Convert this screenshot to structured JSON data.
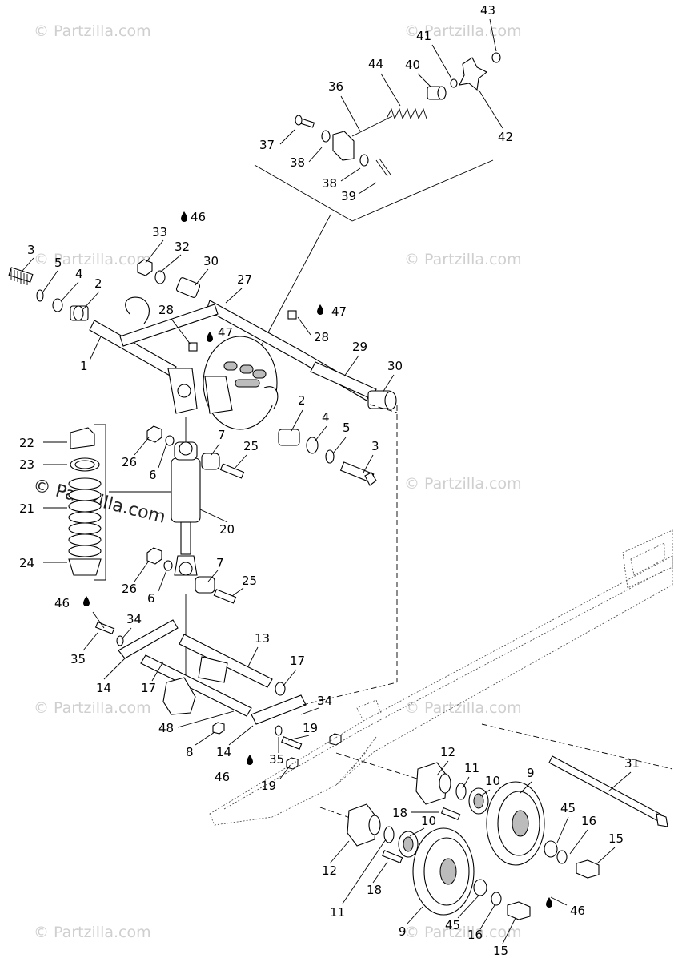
{
  "watermark": {
    "text": "© Partzilla.com",
    "center_text": "© Partzilla.com"
  },
  "callouts": [
    {
      "id": "c43",
      "text": "43"
    },
    {
      "id": "c41",
      "text": "41"
    },
    {
      "id": "c44",
      "text": "44"
    },
    {
      "id": "c40",
      "text": "40"
    },
    {
      "id": "c36",
      "text": "36"
    },
    {
      "id": "c37",
      "text": "37"
    },
    {
      "id": "c42",
      "text": "42"
    },
    {
      "id": "c38a",
      "text": "38"
    },
    {
      "id": "c38b",
      "text": "38"
    },
    {
      "id": "c39",
      "text": "39"
    },
    {
      "id": "c46a",
      "text": "46"
    },
    {
      "id": "c33",
      "text": "33"
    },
    {
      "id": "c32",
      "text": "32"
    },
    {
      "id": "c3a",
      "text": "3"
    },
    {
      "id": "c5a",
      "text": "5"
    },
    {
      "id": "c30a",
      "text": "30"
    },
    {
      "id": "c4a",
      "text": "4"
    },
    {
      "id": "c27",
      "text": "27"
    },
    {
      "id": "c2a",
      "text": "2"
    },
    {
      "id": "c28a",
      "text": "28"
    },
    {
      "id": "c47a",
      "text": "47"
    },
    {
      "id": "c47b",
      "text": "47"
    },
    {
      "id": "c28b",
      "text": "28"
    },
    {
      "id": "c1",
      "text": "1"
    },
    {
      "id": "c29",
      "text": "29"
    },
    {
      "id": "c30b",
      "text": "30"
    },
    {
      "id": "c2b",
      "text": "2"
    },
    {
      "id": "c4b",
      "text": "4"
    },
    {
      "id": "c5b",
      "text": "5"
    },
    {
      "id": "c22",
      "text": "22"
    },
    {
      "id": "c7a",
      "text": "7"
    },
    {
      "id": "c26a",
      "text": "26"
    },
    {
      "id": "c25a",
      "text": "25"
    },
    {
      "id": "c3b",
      "text": "3"
    },
    {
      "id": "c23",
      "text": "23"
    },
    {
      "id": "c6a",
      "text": "6"
    },
    {
      "id": "c21",
      "text": "21"
    },
    {
      "id": "c20",
      "text": "20"
    },
    {
      "id": "c24",
      "text": "24"
    },
    {
      "id": "c7b",
      "text": "7"
    },
    {
      "id": "c26b",
      "text": "26"
    },
    {
      "id": "c25b",
      "text": "25"
    },
    {
      "id": "c6b",
      "text": "6"
    },
    {
      "id": "c46b",
      "text": "46"
    },
    {
      "id": "c34a",
      "text": "34"
    },
    {
      "id": "c13",
      "text": "13"
    },
    {
      "id": "c35a",
      "text": "35"
    },
    {
      "id": "c17a",
      "text": "17"
    },
    {
      "id": "c14a",
      "text": "14"
    },
    {
      "id": "c17b",
      "text": "17"
    },
    {
      "id": "c34b",
      "text": "34"
    },
    {
      "id": "c48",
      "text": "48"
    },
    {
      "id": "c19a",
      "text": "19"
    },
    {
      "id": "c8",
      "text": "8"
    },
    {
      "id": "c14b",
      "text": "14"
    },
    {
      "id": "c35b",
      "text": "35"
    },
    {
      "id": "c12a",
      "text": "12"
    },
    {
      "id": "c46c",
      "text": "46"
    },
    {
      "id": "c19b",
      "text": "19"
    },
    {
      "id": "c11a",
      "text": "11"
    },
    {
      "id": "c9a",
      "text": "9"
    },
    {
      "id": "c31",
      "text": "31"
    },
    {
      "id": "c10a",
      "text": "10"
    },
    {
      "id": "c18a",
      "text": "18"
    },
    {
      "id": "c10b",
      "text": "10"
    },
    {
      "id": "c45a",
      "text": "45"
    },
    {
      "id": "c16a",
      "text": "16"
    },
    {
      "id": "c15a",
      "text": "15"
    },
    {
      "id": "c12b",
      "text": "12"
    },
    {
      "id": "c18b",
      "text": "18"
    },
    {
      "id": "c46d",
      "text": "46"
    },
    {
      "id": "c11b",
      "text": "11"
    },
    {
      "id": "c9b",
      "text": "9"
    },
    {
      "id": "c45b",
      "text": "45"
    },
    {
      "id": "c16b",
      "text": "16"
    },
    {
      "id": "c15b",
      "text": "15"
    }
  ]
}
